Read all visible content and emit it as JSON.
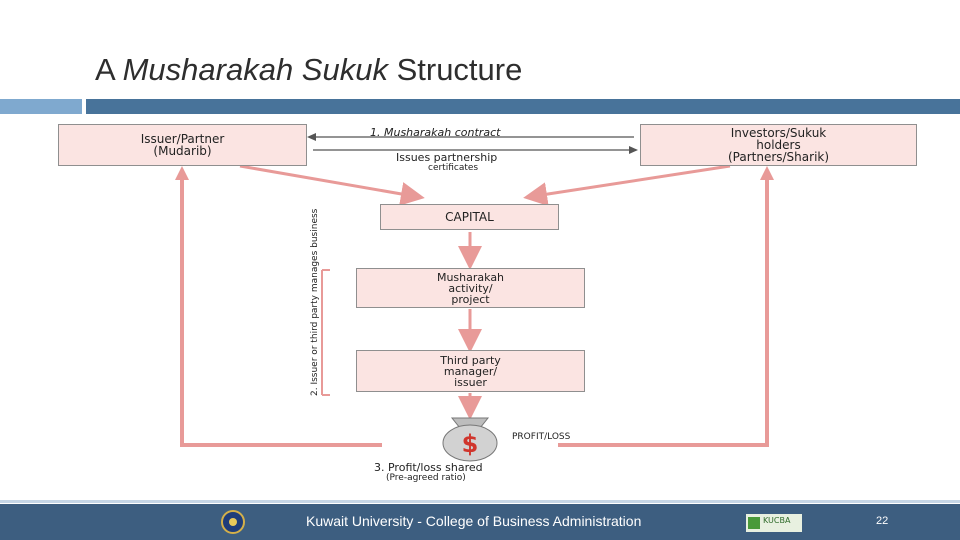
{
  "title": {
    "prefix": "A ",
    "emphasis": "Musharakah Sukuk",
    "suffix": " Structure"
  },
  "diagram": {
    "issuer_box": "Issuer/Partner\n(Mudarib)",
    "investors_box": "Investors/Sukuk\nholders\n(Partners/Sharik)",
    "arrow_top_label": "1. Musharakah contract",
    "arrow_bottom_label": "Issues partnership",
    "arrow_bottom_sublabel": "certificates",
    "capital_box": "CAPITAL",
    "activity_box": "Musharakah\nactivity/\nproject",
    "manager_box": "Third party\nmanager/\nissuer",
    "vertical_label": "2. Issuer or third party manages business",
    "profit_label": "PROFIT/LOSS",
    "shared_label": "3. Profit/loss shared",
    "shared_sublabel": "(Pre-agreed ratio)",
    "money_symbol": "$"
  },
  "icons": [
    "money-bag-icon",
    "university-seal-icon",
    "college-logo-icon"
  ],
  "footer": {
    "text": "Kuwait University - College of Business Administration",
    "page": "22",
    "logo_text": "KUCBA"
  },
  "colors": {
    "title_band": "#48739a",
    "title_band_light": "#7fa9cf",
    "footer_bg": "#3d5e80",
    "box_fill": "#fbe4e2",
    "arrow_pink": "#e89a98",
    "arrow_dark": "#555555"
  }
}
